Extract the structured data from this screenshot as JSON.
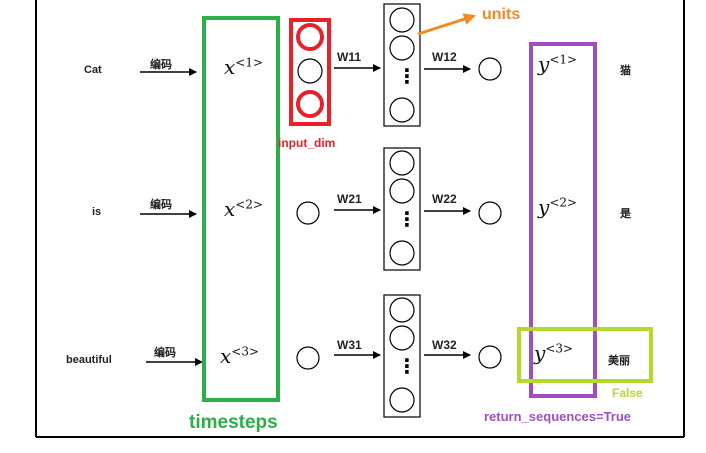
{
  "rows": [
    {
      "word": "Cat",
      "encode": "编码",
      "x_base": "x",
      "x_sup": "<1>",
      "w_in": "W11",
      "w_out": "W12",
      "y_base": "y",
      "y_sup": "<1>",
      "out": "猫"
    },
    {
      "word": "is",
      "encode": "编码",
      "x_base": "x",
      "x_sup": "<2>",
      "w_in": "W21",
      "w_out": "W22",
      "y_base": "y",
      "y_sup": "<2>",
      "out": "是"
    },
    {
      "word": "beautiful",
      "encode": "编码",
      "x_base": "x",
      "x_sup": "<3>",
      "w_in": "W31",
      "w_out": "W32",
      "y_base": "y",
      "y_sup": "<3>",
      "out": "美丽"
    }
  ],
  "labels": {
    "units": "units",
    "input_dim": "input_dim",
    "timesteps": "timesteps",
    "false_label": "False",
    "return_sequences": "return_sequences=True"
  },
  "hidden_dots": "⋮",
  "colors": {
    "green": "#2cae48",
    "red": "#e8202a",
    "purple": "#a04fc0",
    "lime": "#b3d92a",
    "orange": "#f08a24",
    "black": "#000000"
  }
}
